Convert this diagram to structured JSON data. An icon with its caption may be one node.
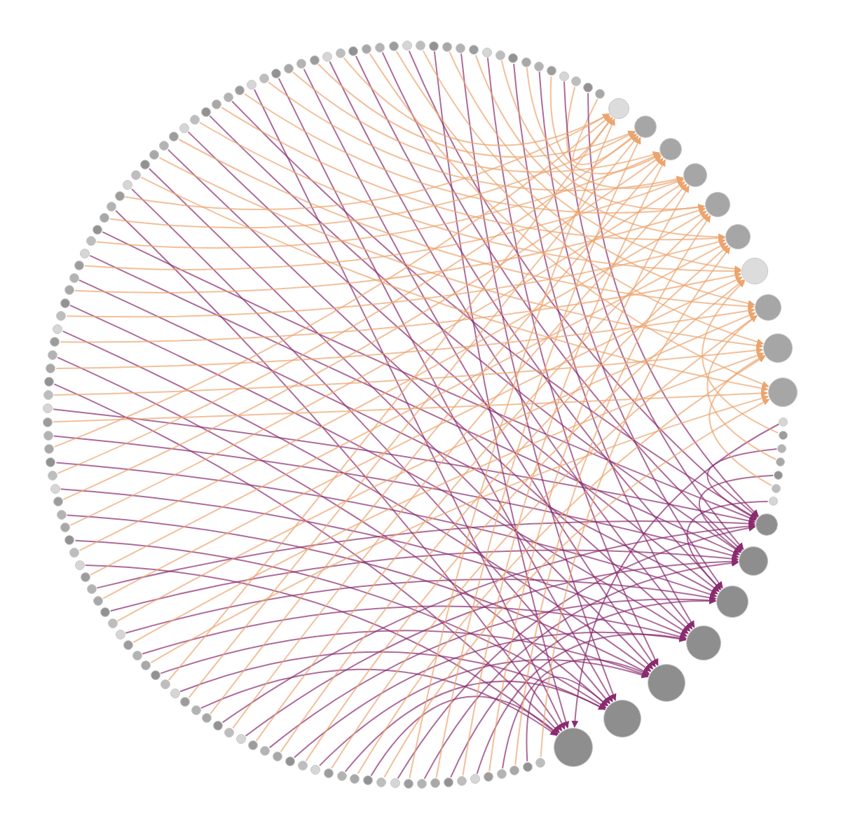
{
  "diagram": {
    "nodes": [
      {
        "text": [],
        "shape": "circle"
      },
      {
        "text": [],
        "shape": "circle"
      },
      {
        "text": [],
        "shape": "circle"
      },
      {
        "text": [],
        "shape": "circle"
      },
      {
        "text": [],
        "shape": "circle"
      },
      {
        "text": [],
        "shape": "circle"
      },
      {
        "text": [],
        "shape": "circle"
      },
      {
        "text": [],
        "shape": "circle"
      },
      {
        "text": [],
        "shape": "circle"
      },
      {
        "text": [],
        "shape": "circle"
      },
      {
        "text": [],
        "shape": "circle"
      },
      {
        "text": [],
        "shape": "circle"
      },
      {
        "text": [],
        "shape": "circle"
      },
      {
        "text": [],
        "shape": "circle"
      },
      {
        "text": [],
        "shape": "circle"
      },
      {
        "text": [],
        "shape": "circle"
      },
      {
        "text": [],
        "shape": "circle"
      },
      {
        "text": [],
        "shape": "circle"
      },
      {
        "text": [],
        "shape": "circle"
      },
      {
        "text": [],
        "shape": "circle"
      },
      {
        "text": [],
        "shape": "circle"
      },
      {
        "text": [],
        "shape": "circle"
      },
      {
        "text": [],
        "shape": "circle"
      },
      {
        "text": [],
        "shape": "circle"
      },
      {
        "text": [],
        "shape": "circle"
      },
      {
        "text": [],
        "shape": "circle"
      },
      {
        "text": [],
        "shape": "circle"
      },
      {
        "text": [],
        "shape": "circle"
      },
      {
        "text": [],
        "shape": "circle"
      },
      {
        "text": [],
        "shape": "circle"
      },
      {
        "text": [],
        "shape": "circle"
      },
      {
        "text": [],
        "shape": "circle"
      },
      {
        "text": [],
        "shape": "circle"
      },
      {
        "text": [],
        "shape": "circle"
      },
      {
        "text": [],
        "shape": "circle"
      },
      {
        "text": [],
        "shape": "circle"
      },
      {
        "text": [],
        "shape": "circle"
      },
      {
        "text": [],
        "shape": "circle"
      },
      {
        "text": [],
        "shape": "circle"
      },
      {
        "text": [],
        "shape": "circle"
      },
      {
        "text": [],
        "shape": "circle"
      },
      {
        "text": [],
        "shape": "circle"
      },
      {
        "text": [],
        "shape": "circle"
      },
      {
        "text": [],
        "shape": "circle"
      },
      {
        "text": [],
        "shape": "circle"
      },
      {
        "text": [],
        "shape": "circle"
      },
      {
        "text": [],
        "shape": "circle"
      },
      {
        "text": [],
        "shape": "circle"
      },
      {
        "text": [],
        "shape": "circle"
      },
      {
        "text": [],
        "shape": "circle"
      },
      {
        "text": [],
        "shape": "circle"
      },
      {
        "text": [],
        "shape": "circle"
      },
      {
        "text": [],
        "shape": "circle"
      },
      {
        "text": [],
        "shape": "circle"
      },
      {
        "text": [],
        "shape": "circle"
      },
      {
        "text": [],
        "shape": "circle"
      },
      {
        "text": [],
        "shape": "circle"
      },
      {
        "text": [],
        "shape": "circle"
      },
      {
        "text": [],
        "shape": "circle"
      },
      {
        "text": [],
        "shape": "circle"
      },
      {
        "text": [],
        "shape": "circle"
      },
      {
        "text": [],
        "shape": "circle"
      },
      {
        "text": [],
        "shape": "circle"
      },
      {
        "text": [],
        "shape": "circle"
      },
      {
        "text": [],
        "shape": "circle"
      },
      {
        "text": [],
        "shape": "circle"
      },
      {
        "text": [],
        "shape": "circle"
      },
      {
        "text": [],
        "shape": "circle"
      },
      {
        "text": [],
        "shape": "circle"
      },
      {
        "text": [],
        "shape": "circle"
      },
      {
        "text": [],
        "shape": "circle"
      },
      {
        "text": [],
        "shape": "circle"
      },
      {
        "text": [],
        "shape": "circle"
      },
      {
        "text": [],
        "shape": "circle"
      },
      {
        "text": [],
        "shape": "circle"
      },
      {
        "text": [],
        "shape": "circle"
      },
      {
        "text": [],
        "shape": "circle"
      },
      {
        "text": [],
        "shape": "circle"
      },
      {
        "text": [],
        "shape": "circle"
      },
      {
        "text": [],
        "shape": "circle"
      },
      {
        "text": [],
        "shape": "circle"
      },
      {
        "text": [],
        "shape": "circle"
      },
      {
        "text": [],
        "shape": "circle"
      },
      {
        "text": [],
        "shape": "circle"
      },
      {
        "text": [],
        "shape": "circle"
      },
      {
        "text": [],
        "shape": "circle"
      },
      {
        "text": [],
        "shape": "circle"
      },
      {
        "text": [],
        "shape": "circle"
      },
      {
        "text": [],
        "shape": "circle"
      },
      {
        "text": [],
        "shape": "circle"
      },
      {
        "text": [],
        "shape": "circle"
      },
      {
        "text": [],
        "shape": "circle"
      },
      {
        "text": [],
        "shape": "circle"
      },
      {
        "text": [],
        "shape": "circle"
      },
      {
        "text": [],
        "shape": "circle"
      },
      {
        "text": [],
        "shape": "circle"
      },
      {
        "text": [],
        "shape": "circle"
      },
      {
        "text": [],
        "shape": "circle"
      },
      {
        "text": [],
        "shape": "circle"
      },
      {
        "text": [],
        "shape": "circle"
      },
      {
        "text": [],
        "shape": "circle"
      },
      {
        "text": [],
        "shape": "circle"
      },
      {
        "text": [],
        "shape": "circle"
      },
      {
        "text": [],
        "shape": "circle"
      },
      {
        "text": [],
        "shape": "circle"
      },
      {
        "text": [],
        "shape": "circle"
      },
      {
        "text": [],
        "shape": "circle"
      },
      {
        "text": [],
        "shape": "circle"
      },
      {
        "text": [],
        "shape": "circle"
      },
      {
        "text": [],
        "shape": "circle"
      },
      {
        "text": [],
        "shape": "circle"
      },
      {
        "text": [],
        "shape": "circle"
      },
      {
        "text": [],
        "shape": "circle"
      },
      {
        "text": [],
        "shape": "circle"
      },
      {
        "text": [],
        "shape": "circle"
      },
      {
        "text": [],
        "shape": "circle"
      },
      {
        "text": [],
        "shape": "circle"
      },
      {
        "text": [],
        "shape": "circle"
      },
      {
        "text": [],
        "shape": "circle"
      },
      {
        "text": [],
        "shape": "circle"
      },
      {
        "text": [],
        "shape": "circle"
      },
      {
        "text": [],
        "shape": "circle"
      },
      {
        "text": [],
        "shape": "circle"
      },
      {
        "text": [],
        "shape": "circle"
      },
      {
        "text": [],
        "shape": "circle"
      },
      {
        "text": [],
        "shape": "circle"
      },
      {
        "text": [],
        "shape": "circle"
      },
      {
        "text": [],
        "shape": "circle"
      },
      {
        "text": [],
        "shape": "circle"
      },
      {
        "text": [],
        "shape": "circle"
      },
      {
        "text": [],
        "shape": "circle"
      },
      {
        "text": [],
        "shape": "circle"
      },
      {
        "text": [],
        "shape": "circle"
      },
      {
        "text": [],
        "shape": "circle"
      },
      {
        "text": [],
        "shape": "circle"
      }
    ],
    "edges": [
      {
        "from": 0,
        "to": 118,
        "arrow": "to",
        "color": "#eca46e"
      },
      {
        "from": 1,
        "to": 128,
        "arrow": "to",
        "color": "#8a2c6f"
      },
      {
        "from": 2,
        "to": 119,
        "arrow": "to",
        "color": "#eca46e"
      },
      {
        "from": 3,
        "to": 129,
        "arrow": "to",
        "color": "#8a2c6f"
      },
      {
        "from": 4,
        "to": 120,
        "arrow": "to",
        "color": "#eca46e"
      },
      {
        "from": 5,
        "to": 130,
        "arrow": "to",
        "color": "#8a2c6f"
      },
      {
        "from": 6,
        "to": 121,
        "arrow": "to",
        "color": "#eca46e"
      },
      {
        "from": 7,
        "to": 131,
        "arrow": "to",
        "color": "#8a2c6f"
      },
      {
        "from": 8,
        "to": 122,
        "arrow": "to",
        "color": "#eca46e"
      },
      {
        "from": 9,
        "to": 132,
        "arrow": "to",
        "color": "#8a2c6f"
      },
      {
        "from": 10,
        "to": 123,
        "arrow": "to",
        "color": "#eca46e"
      },
      {
        "from": 11,
        "to": 133,
        "arrow": "to",
        "color": "#8a2c6f"
      },
      {
        "from": 12,
        "to": 124,
        "arrow": "to",
        "color": "#eca46e"
      },
      {
        "from": 13,
        "to": 134,
        "arrow": "to",
        "color": "#8a2c6f"
      },
      {
        "from": 14,
        "to": 125,
        "arrow": "to",
        "color": "#eca46e"
      },
      {
        "from": 15,
        "to": 128,
        "arrow": "to",
        "color": "#8a2c6f"
      },
      {
        "from": 16,
        "to": 126,
        "arrow": "to",
        "color": "#eca46e"
      },
      {
        "from": 17,
        "to": 129,
        "arrow": "to",
        "color": "#8a2c6f"
      },
      {
        "from": 18,
        "to": 127,
        "arrow": "to",
        "color": "#eca46e"
      },
      {
        "from": 19,
        "to": 130,
        "arrow": "to",
        "color": "#8a2c6f"
      },
      {
        "from": 20,
        "to": 118,
        "arrow": "to",
        "color": "#eca46e"
      },
      {
        "from": 21,
        "to": 131,
        "arrow": "to",
        "color": "#8a2c6f"
      },
      {
        "from": 22,
        "to": 119,
        "arrow": "to",
        "color": "#eca46e"
      },
      {
        "from": 23,
        "to": 132,
        "arrow": "to",
        "color": "#8a2c6f"
      },
      {
        "from": 24,
        "to": 120,
        "arrow": "to",
        "color": "#eca46e"
      },
      {
        "from": 25,
        "to": 133,
        "arrow": "to",
        "color": "#8a2c6f"
      },
      {
        "from": 26,
        "to": 121,
        "arrow": "to",
        "color": "#eca46e"
      },
      {
        "from": 27,
        "to": 134,
        "arrow": "to",
        "color": "#8a2c6f"
      },
      {
        "from": 28,
        "to": 122,
        "arrow": "to",
        "color": "#eca46e"
      },
      {
        "from": 29,
        "to": 128,
        "arrow": "to",
        "color": "#8a2c6f"
      },
      {
        "from": 30,
        "to": 123,
        "arrow": "to",
        "color": "#eca46e"
      },
      {
        "from": 31,
        "to": 129,
        "arrow": "to",
        "color": "#8a2c6f"
      },
      {
        "from": 32,
        "to": 124,
        "arrow": "to",
        "color": "#eca46e"
      },
      {
        "from": 33,
        "to": 130,
        "arrow": "to",
        "color": "#8a2c6f"
      },
      {
        "from": 34,
        "to": 125,
        "arrow": "to",
        "color": "#eca46e"
      },
      {
        "from": 35,
        "to": 131,
        "arrow": "to",
        "color": "#8a2c6f"
      },
      {
        "from": 36,
        "to": 126,
        "arrow": "to",
        "color": "#eca46e"
      },
      {
        "from": 37,
        "to": 132,
        "arrow": "to",
        "color": "#8a2c6f"
      },
      {
        "from": 38,
        "to": 127,
        "arrow": "to",
        "color": "#eca46e"
      },
      {
        "from": 39,
        "to": 133,
        "arrow": "to",
        "color": "#8a2c6f"
      },
      {
        "from": 40,
        "to": 118,
        "arrow": "to",
        "color": "#eca46e"
      },
      {
        "from": 41,
        "to": 134,
        "arrow": "to",
        "color": "#8a2c6f"
      },
      {
        "from": 42,
        "to": 119,
        "arrow": "to",
        "color": "#eca46e"
      },
      {
        "from": 43,
        "to": 128,
        "arrow": "to",
        "color": "#8a2c6f"
      },
      {
        "from": 44,
        "to": 120,
        "arrow": "to",
        "color": "#eca46e"
      },
      {
        "from": 45,
        "to": 129,
        "arrow": "to",
        "color": "#8a2c6f"
      },
      {
        "from": 46,
        "to": 121,
        "arrow": "to",
        "color": "#eca46e"
      },
      {
        "from": 47,
        "to": 130,
        "arrow": "to",
        "color": "#8a2c6f"
      },
      {
        "from": 48,
        "to": 122,
        "arrow": "to",
        "color": "#eca46e"
      },
      {
        "from": 49,
        "to": 131,
        "arrow": "to",
        "color": "#8a2c6f"
      },
      {
        "from": 50,
        "to": 123,
        "arrow": "to",
        "color": "#eca46e"
      },
      {
        "from": 51,
        "to": 132,
        "arrow": "to",
        "color": "#8a2c6f"
      },
      {
        "from": 52,
        "to": 124,
        "arrow": "to",
        "color": "#eca46e"
      },
      {
        "from": 53,
        "to": 133,
        "arrow": "to",
        "color": "#8a2c6f"
      },
      {
        "from": 54,
        "to": 125,
        "arrow": "to",
        "color": "#eca46e"
      },
      {
        "from": 55,
        "to": 134,
        "arrow": "to",
        "color": "#8a2c6f"
      },
      {
        "from": 56,
        "to": 126,
        "arrow": "to",
        "color": "#eca46e"
      },
      {
        "from": 57,
        "to": 128,
        "arrow": "to",
        "color": "#8a2c6f"
      },
      {
        "from": 58,
        "to": 127,
        "arrow": "to",
        "color": "#eca46e"
      },
      {
        "from": 59,
        "to": 129,
        "arrow": "to",
        "color": "#8a2c6f"
      },
      {
        "from": 60,
        "to": 118,
        "arrow": "to",
        "color": "#eca46e"
      },
      {
        "from": 61,
        "to": 130,
        "arrow": "to",
        "color": "#8a2c6f"
      },
      {
        "from": 62,
        "to": 119,
        "arrow": "to",
        "color": "#eca46e"
      },
      {
        "from": 63,
        "to": 131,
        "arrow": "to",
        "color": "#8a2c6f"
      },
      {
        "from": 64,
        "to": 120,
        "arrow": "to",
        "color": "#eca46e"
      },
      {
        "from": 65,
        "to": 132,
        "arrow": "to",
        "color": "#8a2c6f"
      },
      {
        "from": 66,
        "to": 121,
        "arrow": "to",
        "color": "#eca46e"
      },
      {
        "from": 67,
        "to": 133,
        "arrow": "to",
        "color": "#8a2c6f"
      },
      {
        "from": 68,
        "to": 122,
        "arrow": "to",
        "color": "#eca46e"
      },
      {
        "from": 69,
        "to": 134,
        "arrow": "to",
        "color": "#8a2c6f"
      },
      {
        "from": 70,
        "to": 123,
        "arrow": "to",
        "color": "#eca46e"
      },
      {
        "from": 71,
        "to": 128,
        "arrow": "to",
        "color": "#8a2c6f"
      },
      {
        "from": 72,
        "to": 124,
        "arrow": "to",
        "color": "#eca46e"
      },
      {
        "from": 73,
        "to": 129,
        "arrow": "to",
        "color": "#8a2c6f"
      },
      {
        "from": 74,
        "to": 125,
        "arrow": "to",
        "color": "#eca46e"
      },
      {
        "from": 75,
        "to": 130,
        "arrow": "to",
        "color": "#8a2c6f"
      },
      {
        "from": 76,
        "to": 126,
        "arrow": "to",
        "color": "#eca46e"
      },
      {
        "from": 77,
        "to": 131,
        "arrow": "to",
        "color": "#8a2c6f"
      },
      {
        "from": 78,
        "to": 127,
        "arrow": "to",
        "color": "#eca46e"
      },
      {
        "from": 79,
        "to": 132,
        "arrow": "to",
        "color": "#8a2c6f"
      },
      {
        "from": 80,
        "to": 118,
        "arrow": "to",
        "color": "#eca46e"
      },
      {
        "from": 81,
        "to": 133,
        "arrow": "to",
        "color": "#8a2c6f"
      },
      {
        "from": 82,
        "to": 119,
        "arrow": "to",
        "color": "#eca46e"
      },
      {
        "from": 83,
        "to": 134,
        "arrow": "to",
        "color": "#8a2c6f"
      },
      {
        "from": 84,
        "to": 120,
        "arrow": "to",
        "color": "#eca46e"
      },
      {
        "from": 85,
        "to": 128,
        "arrow": "to",
        "color": "#8a2c6f"
      },
      {
        "from": 86,
        "to": 121,
        "arrow": "to",
        "color": "#eca46e"
      },
      {
        "from": 87,
        "to": 129,
        "arrow": "to",
        "color": "#8a2c6f"
      },
      {
        "from": 88,
        "to": 122,
        "arrow": "to",
        "color": "#eca46e"
      },
      {
        "from": 89,
        "to": 130,
        "arrow": "to",
        "color": "#8a2c6f"
      },
      {
        "from": 90,
        "to": 123,
        "arrow": "to",
        "color": "#eca46e"
      },
      {
        "from": 91,
        "to": 131,
        "arrow": "to",
        "color": "#8a2c6f"
      },
      {
        "from": 92,
        "to": 124,
        "arrow": "to",
        "color": "#eca46e"
      },
      {
        "from": 93,
        "to": 132,
        "arrow": "to",
        "color": "#8a2c6f"
      },
      {
        "from": 94,
        "to": 125,
        "arrow": "to",
        "color": "#eca46e"
      },
      {
        "from": 95,
        "to": 133,
        "arrow": "to",
        "color": "#8a2c6f"
      },
      {
        "from": 96,
        "to": 126,
        "arrow": "to",
        "color": "#eca46e"
      },
      {
        "from": 97,
        "to": 134,
        "arrow": "to",
        "color": "#8a2c6f"
      },
      {
        "from": 98,
        "to": 127,
        "arrow": "to",
        "color": "#eca46e"
      },
      {
        "from": 99,
        "to": 128,
        "arrow": "to",
        "color": "#8a2c6f"
      },
      {
        "from": 100,
        "to": 118,
        "arrow": "to",
        "color": "#eca46e"
      },
      {
        "from": 101,
        "to": 129,
        "arrow": "to",
        "color": "#8a2c6f"
      },
      {
        "from": 102,
        "to": 119,
        "arrow": "to",
        "color": "#eca46e"
      },
      {
        "from": 103,
        "to": 130,
        "arrow": "to",
        "color": "#8a2c6f"
      },
      {
        "from": 104,
        "to": 120,
        "arrow": "to",
        "color": "#eca46e"
      },
      {
        "from": 105,
        "to": 131,
        "arrow": "to",
        "color": "#8a2c6f"
      },
      {
        "from": 106,
        "to": 121,
        "arrow": "to",
        "color": "#eca46e"
      },
      {
        "from": 107,
        "to": 132,
        "arrow": "to",
        "color": "#8a2c6f"
      },
      {
        "from": 108,
        "to": 122,
        "arrow": "to",
        "color": "#eca46e"
      },
      {
        "from": 109,
        "to": 133,
        "arrow": "to",
        "color": "#8a2c6f"
      },
      {
        "from": 110,
        "to": 123,
        "arrow": "to",
        "color": "#eca46e"
      },
      {
        "from": 111,
        "to": 134,
        "arrow": "to",
        "color": "#8a2c6f"
      },
      {
        "from": 112,
        "to": 124,
        "arrow": "to",
        "color": "#eca46e"
      },
      {
        "from": 113,
        "to": 128,
        "arrow": "to",
        "color": "#8a2c6f"
      },
      {
        "from": 114,
        "to": 125,
        "arrow": "to",
        "color": "#eca46e"
      },
      {
        "from": 115,
        "to": 129,
        "arrow": "to",
        "color": "#8a2c6f"
      },
      {
        "from": 116,
        "to": 126,
        "arrow": "to",
        "color": "#eca46e"
      },
      {
        "from": 117,
        "to": 130,
        "arrow": "to",
        "color": "#8a2c6f"
      }
    ]
  }
}
